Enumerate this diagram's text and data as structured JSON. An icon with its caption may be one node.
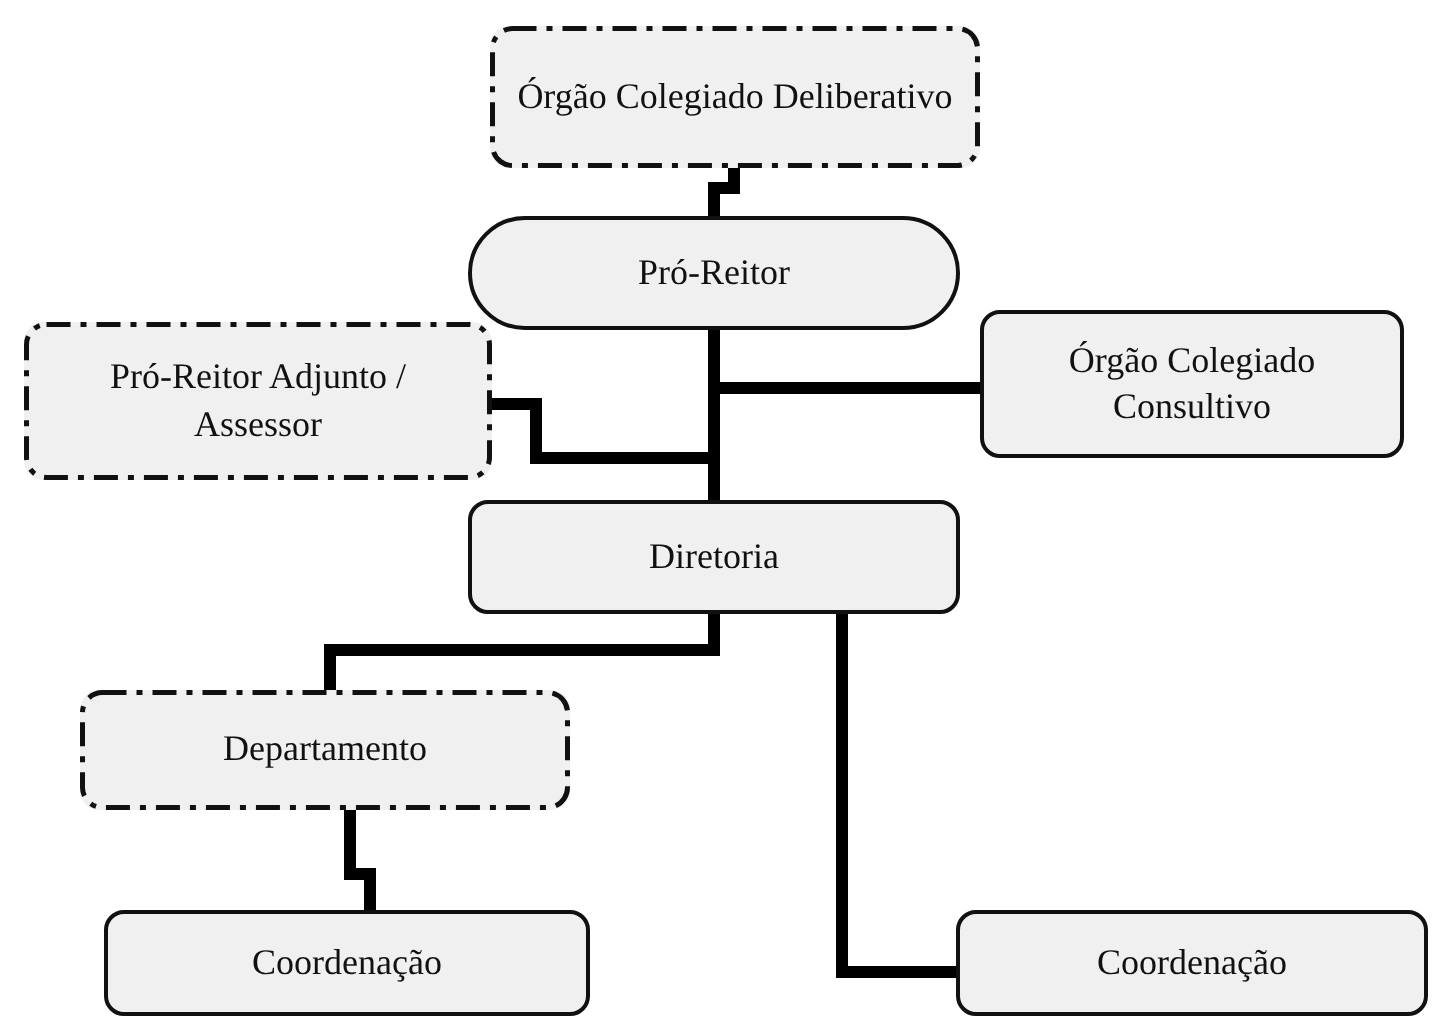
{
  "diagram": {
    "nodes": [
      {
        "text": [
          "Órgão Colegiado Deliberativo"
        ]
      },
      {
        "text": [
          "Pró-Reitor"
        ]
      },
      {
        "text": [
          "Pró-Reitor Adjunto / Assessor"
        ]
      },
      {
        "text": [
          "Órgão Colegiado Consultivo"
        ]
      },
      {
        "text": [
          "Diretoria"
        ]
      },
      {
        "text": [
          "Departamento"
        ]
      },
      {
        "text": [
          "Coordenação"
        ]
      },
      {
        "text": [
          "Coordenação"
        ]
      }
    ],
    "edges": [
      {
        "from": 0,
        "to": 1,
        "arrow": "none"
      },
      {
        "from": 1,
        "to": 3,
        "arrow": "none"
      },
      {
        "from": 1,
        "to": 2,
        "arrow": "none"
      },
      {
        "from": 1,
        "to": 4,
        "arrow": "none"
      },
      {
        "from": 4,
        "to": 5,
        "arrow": "none"
      },
      {
        "from": 5,
        "to": 6,
        "arrow": "none"
      },
      {
        "from": 4,
        "to": 7,
        "arrow": "none"
      }
    ]
  }
}
